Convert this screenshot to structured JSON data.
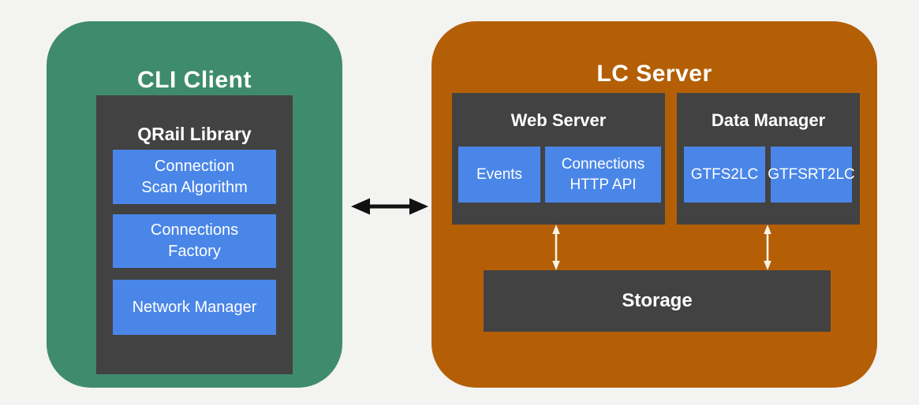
{
  "diagram": {
    "background": "#f3f3f2",
    "colors": {
      "client_panel": "#3f8b6d",
      "server_panel": "#b45f06",
      "container_box": "#424242",
      "module_box": "#4a86e8",
      "text": "#ffffff",
      "client_server_arrow": "#111111",
      "storage_arrow": "#f6f2e6"
    },
    "cli_client": {
      "title": "CLI Client",
      "qrail_library": {
        "title": "QRail Library",
        "modules": [
          {
            "label": "Connection\nScan Algorithm"
          },
          {
            "label": "Connections\nFactory"
          },
          {
            "label": "Network Manager"
          }
        ]
      }
    },
    "lc_server": {
      "title": "LC Server",
      "web_server": {
        "title": "Web Server",
        "modules": [
          {
            "label": "Events"
          },
          {
            "label": "Connections\nHTTP API"
          }
        ]
      },
      "data_manager": {
        "title": "Data Manager",
        "modules": [
          {
            "label": "GTFS2LC"
          },
          {
            "label": "GTFSRT2LC"
          }
        ]
      },
      "storage": {
        "title": "Storage"
      }
    },
    "connections": [
      {
        "from": "CLI Client",
        "to": "LC Server",
        "type": "bidirectional"
      },
      {
        "from": "Web Server",
        "to": "Storage",
        "type": "bidirectional"
      },
      {
        "from": "Data Manager",
        "to": "Storage",
        "type": "bidirectional"
      }
    ]
  }
}
